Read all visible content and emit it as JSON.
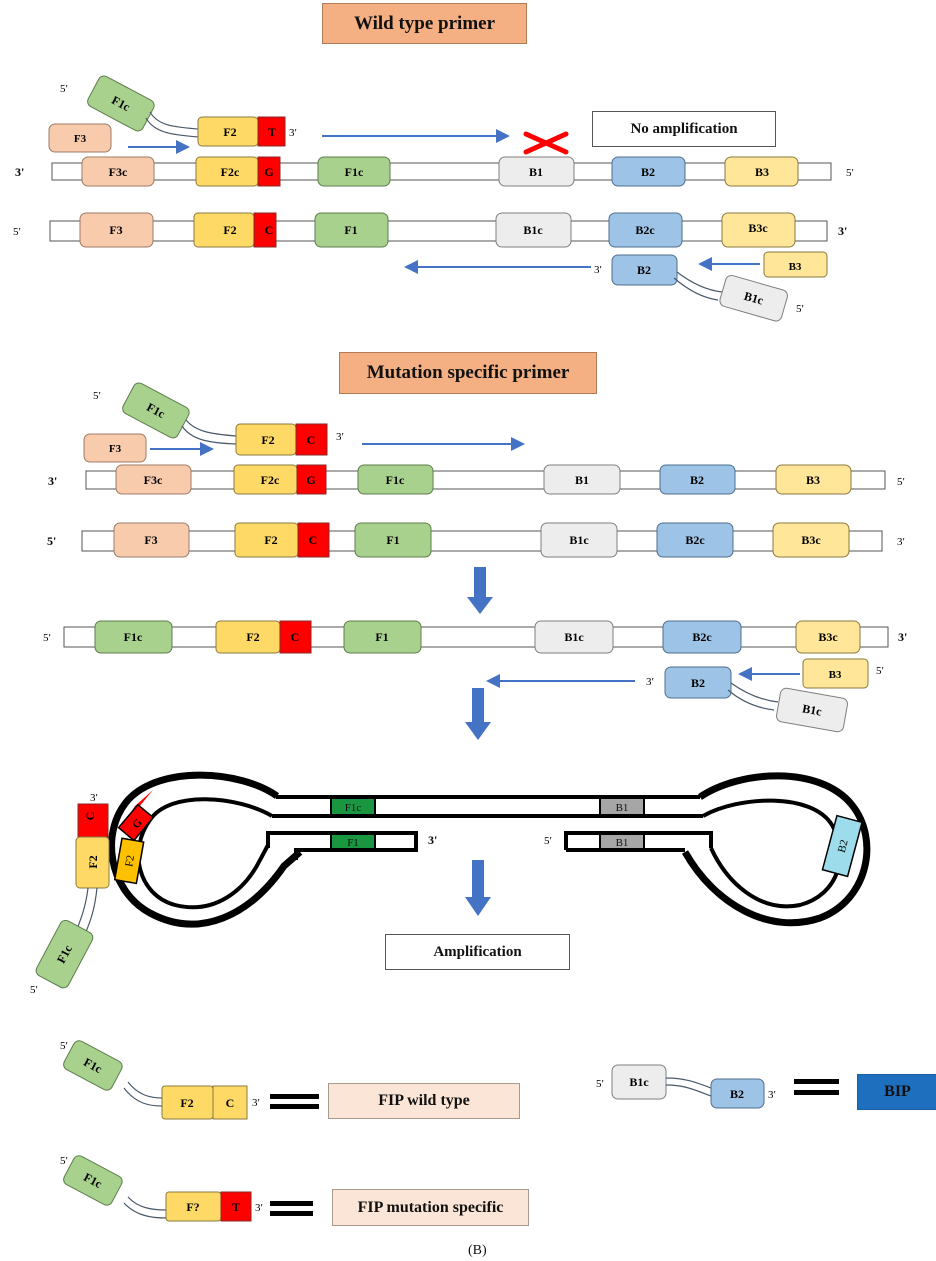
{
  "titles": {
    "wild_type": "Wild type primer",
    "mutation_specific": "Mutation specific primer"
  },
  "results": {
    "no_amplification": "No amplification",
    "amplification": "Amplification"
  },
  "legend": {
    "fip_wild_type": "FIP wild type",
    "fip_mutation_specific": "FIP mutation specific",
    "bip": "BIP"
  },
  "caption": "(B)",
  "labels": {
    "F1c": "F1c",
    "F2": "F2",
    "F3": "F3",
    "F2c": "F2c",
    "F3c": "F3c",
    "F1": "F1",
    "B1": "B1",
    "B2": "B2",
    "B3": "B3",
    "B1c": "B1c",
    "B2c": "B2c",
    "B3c": "B3c",
    "T": "T",
    "G": "G",
    "C": "C",
    "F2_alt": "F?",
    "end3": "3'",
    "end5": "5'",
    "end3p": "3′",
    "end5p": "5′"
  },
  "colors": {
    "green": "#a9d18e",
    "peach": "#f8cbad",
    "yellow": "#ffd966",
    "red": "#ff0000",
    "grey": "#ededed",
    "blue": "#9dc3e6",
    "light_yellow": "#ffe699",
    "loop_green": "#1a9641",
    "loop_blue": "#9ddcea",
    "arrow": "#4472c4",
    "bip": "#1f6fbf",
    "title_fill": "#f4b083",
    "legend_fill": "#fbe5d6"
  }
}
